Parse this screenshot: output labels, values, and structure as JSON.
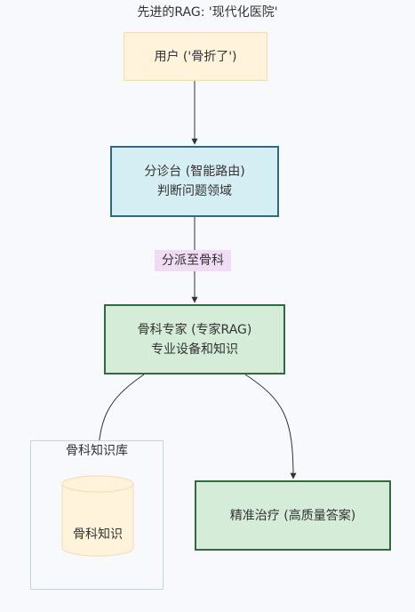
{
  "title": "先进的RAG: '现代化医院'",
  "nodes": {
    "user": {
      "label": "用户 ('骨折了')"
    },
    "triage": {
      "line1": "分诊台 (智能路由)",
      "line2": "判断问题领域"
    },
    "expert": {
      "line1": "骨科专家 (专家RAG)",
      "line2": "专业设备和知识"
    },
    "answer": {
      "label": "精准治疗 (高质量答案)"
    }
  },
  "edges": {
    "triage_to_expert_label": "分派至骨科"
  },
  "knowledge_base": {
    "cluster_label": "骨科知识库",
    "db_label": "骨科知识"
  },
  "colors": {
    "user_fill": "#fff3dc",
    "triage_fill": "#d4eef3",
    "triage_stroke": "#2b6a80",
    "expert_fill": "#d5edd8",
    "expert_stroke": "#2f6b3e",
    "edge_label_fill": "#f0dcf5",
    "db_fill": "#fff3dc",
    "line": "#333333"
  }
}
